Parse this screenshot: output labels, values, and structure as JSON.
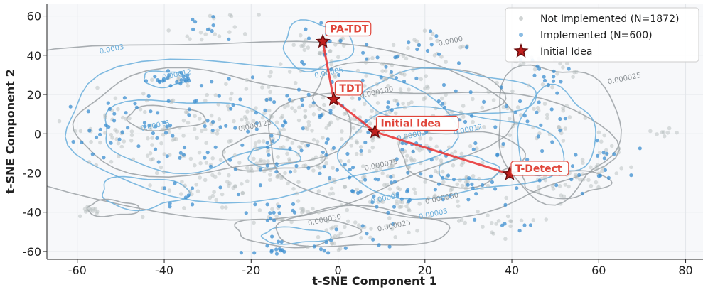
{
  "chart_data": {
    "type": "scatter",
    "xlabel": "t-SNE Component 1",
    "ylabel": "t-SNE Component 2",
    "xlim": [
      -67,
      84
    ],
    "ylim": [
      -64,
      66
    ],
    "xticks": [
      -60,
      -40,
      -20,
      0,
      20,
      40,
      60,
      80
    ],
    "yticks": [
      -60,
      -40,
      -20,
      0,
      20,
      40,
      60
    ],
    "grid": true,
    "legend_position": "top-right",
    "colors": {
      "not_implemented": "#b0b8b8",
      "implemented": "#3c8fd0",
      "path": "#e8383a",
      "star_fill": "#c0201f",
      "star_edge": "#6a0d0d",
      "contour_gray": "#9aa0a3",
      "contour_blue": "#69aedb",
      "annot_text": "#e0453a",
      "background": "#f7f8fa"
    },
    "series": [
      {
        "name": "Not Implemented (N=1872)",
        "marker": "dot",
        "color": "#b0b8b8"
      },
      {
        "name": "Implemented (N=600)",
        "marker": "dot",
        "color": "#3c8fd0"
      },
      {
        "name": "Initial Idea",
        "marker": "star",
        "color": "#c0201f"
      }
    ],
    "clusters": [
      {
        "cx": -38,
        "cy": 28,
        "sx": 3,
        "sy": 2,
        "n": 30,
        "impl": 0.8
      },
      {
        "cx": -50,
        "cy": 5,
        "sx": 8,
        "sy": 8,
        "n": 60,
        "impl": 0.35
      },
      {
        "cx": -40,
        "cy": -2,
        "sx": 10,
        "sy": 10,
        "n": 90,
        "impl": 0.35
      },
      {
        "cx": -30,
        "cy": -25,
        "sx": 7,
        "sy": 6,
        "n": 45,
        "impl": 0.3
      },
      {
        "cx": -20,
        "cy": 10,
        "sx": 9,
        "sy": 8,
        "n": 80,
        "impl": 0.3
      },
      {
        "cx": -15,
        "cy": -15,
        "sx": 8,
        "sy": 7,
        "n": 70,
        "impl": 0.3
      },
      {
        "cx": -12,
        "cy": -40,
        "sx": 5,
        "sy": 3,
        "n": 30,
        "impl": 0.35
      },
      {
        "cx": -15,
        "cy": -58,
        "sx": 3,
        "sy": 2,
        "n": 15,
        "impl": 0.8
      },
      {
        "cx": 0,
        "cy": 5,
        "sx": 10,
        "sy": 12,
        "n": 120,
        "impl": 0.25
      },
      {
        "cx": -3,
        "cy": 45,
        "sx": 4,
        "sy": 5,
        "n": 40,
        "impl": 0.45
      },
      {
        "cx": -30,
        "cy": 55,
        "sx": 5,
        "sy": 5,
        "n": 25,
        "impl": 0.25
      },
      {
        "cx": 10,
        "cy": 30,
        "sx": 8,
        "sy": 6,
        "n": 50,
        "impl": 0.25
      },
      {
        "cx": 5,
        "cy": -25,
        "sx": 8,
        "sy": 8,
        "n": 70,
        "impl": 0.25
      },
      {
        "cx": 5,
        "cy": -50,
        "sx": 6,
        "sy": 3,
        "n": 30,
        "impl": 0.35
      },
      {
        "cx": 20,
        "cy": -10,
        "sx": 7,
        "sy": 7,
        "n": 60,
        "impl": 0.3
      },
      {
        "cx": 30,
        "cy": -28,
        "sx": 5,
        "sy": 4,
        "n": 40,
        "impl": 0.45
      },
      {
        "cx": 25,
        "cy": 15,
        "sx": 10,
        "sy": 7,
        "n": 60,
        "impl": 0.25
      },
      {
        "cx": 20,
        "cy": 45,
        "sx": 6,
        "sy": 4,
        "n": 25,
        "impl": 0.35
      },
      {
        "cx": 45,
        "cy": 5,
        "sx": 6,
        "sy": 8,
        "n": 50,
        "impl": 0.35
      },
      {
        "cx": 50,
        "cy": 28,
        "sx": 3,
        "sy": 3,
        "n": 20,
        "impl": 0.45
      },
      {
        "cx": 50,
        "cy": -25,
        "sx": 6,
        "sy": 4,
        "n": 35,
        "impl": 0.3
      },
      {
        "cx": 35,
        "cy": -45,
        "sx": 5,
        "sy": 4,
        "n": 25,
        "impl": 0.25
      },
      {
        "cx": 60,
        "cy": -20,
        "sx": 4,
        "sy": 3,
        "n": 20,
        "impl": 0.3
      },
      {
        "cx": 62,
        "cy": -8,
        "sx": 3,
        "sy": 3,
        "n": 15,
        "impl": 0.35
      },
      {
        "cx": 75,
        "cy": 1,
        "sx": 1.5,
        "sy": 1,
        "n": 8,
        "impl": 0.0
      },
      {
        "cx": 46,
        "cy": 38,
        "sx": 4,
        "sy": 3,
        "n": 20,
        "impl": 0.35
      },
      {
        "cx": -57,
        "cy": -39,
        "sx": 2,
        "sy": 1,
        "n": 12,
        "impl": 0.25
      },
      {
        "cx": -2,
        "cy": -58,
        "sx": 3,
        "sy": 2,
        "n": 12,
        "impl": 0.5
      },
      {
        "cx": 15,
        "cy": -35,
        "sx": 6,
        "sy": 3,
        "n": 25,
        "impl": 0.25
      }
    ],
    "path": [
      {
        "label": "PA-TDT",
        "x": -3.5,
        "y": 47
      },
      {
        "label": "TDT",
        "x": -1,
        "y": 17.5
      },
      {
        "label": "Initial Idea",
        "x": 8.5,
        "y": 1
      },
      {
        "label": "T-Detect",
        "x": 39.5,
        "y": -20.5
      }
    ],
    "contour_labels": [
      {
        "text": "0.0003",
        "x": -52,
        "y": 42,
        "color": "blue"
      },
      {
        "text": "0.00012",
        "x": -37,
        "y": 29,
        "color": "blue"
      },
      {
        "text": "0.00018",
        "x": -42,
        "y": 3,
        "color": "blue"
      },
      {
        "text": "0.000125",
        "x": -19,
        "y": 3,
        "color": "gray"
      },
      {
        "text": "0.00006",
        "x": -2,
        "y": 30,
        "color": "blue"
      },
      {
        "text": "0.000100",
        "x": 9,
        "y": 20,
        "color": "gray"
      },
      {
        "text": "0.0000",
        "x": 26,
        "y": 46,
        "color": "gray"
      },
      {
        "text": "0.00002",
        "x": 17,
        "y": -2,
        "color": "blue"
      },
      {
        "text": "0.00012",
        "x": 30,
        "y": 1,
        "color": "blue"
      },
      {
        "text": "0.000075",
        "x": 10,
        "y": -17,
        "color": "gray"
      },
      {
        "text": "0.00006",
        "x": 11,
        "y": -34,
        "color": "blue"
      },
      {
        "text": "0.000050",
        "x": 24,
        "y": -34,
        "color": "gray"
      },
      {
        "text": "0.00003",
        "x": 22,
        "y": -42,
        "color": "blue"
      },
      {
        "text": "0.000050",
        "x": -3,
        "y": -45,
        "color": "gray"
      },
      {
        "text": "0.000025",
        "x": 13,
        "y": -48,
        "color": "gray"
      },
      {
        "text": "0.000025",
        "x": 66,
        "y": 27,
        "color": "gray"
      }
    ]
  }
}
